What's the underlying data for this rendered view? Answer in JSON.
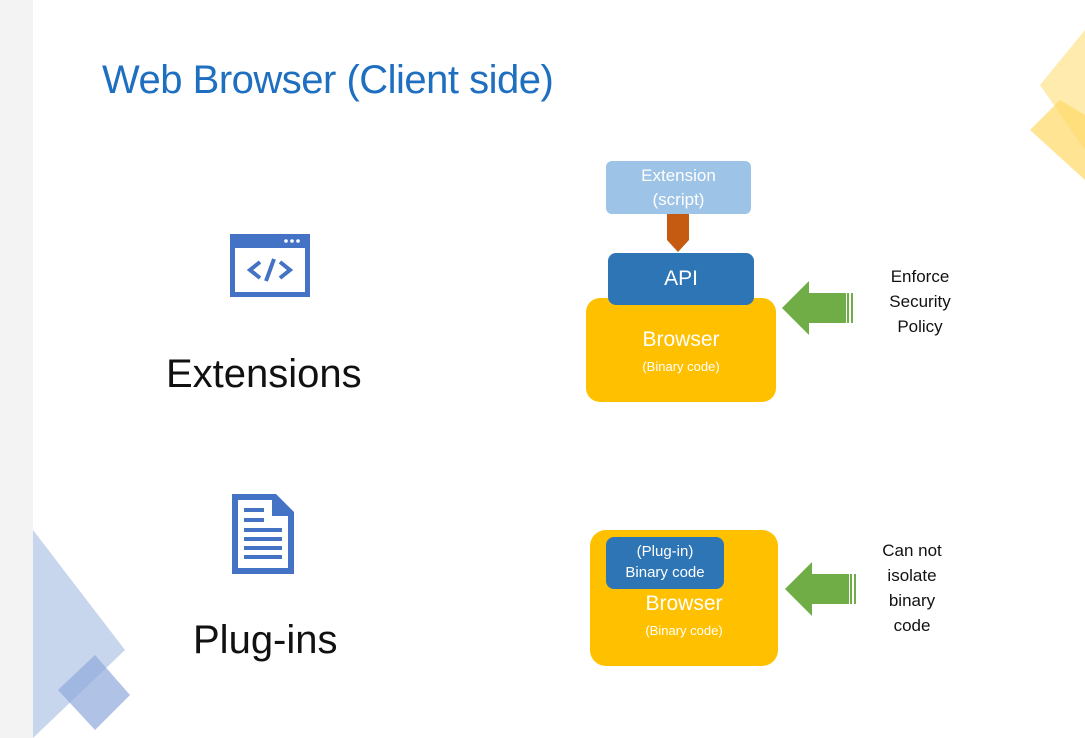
{
  "title": "Web Browser (Client side)",
  "sections": {
    "extensions": {
      "label": "Extensions",
      "icon": "code-window-icon",
      "ext_line1": "Extension",
      "ext_line2": "(script)",
      "api_label": "API",
      "browser_label": "Browser",
      "browser_sub": "(Binary code)",
      "note_lines": [
        "Enforce",
        "Security",
        "Policy"
      ]
    },
    "plugins": {
      "label": "Plug-ins",
      "icon": "document-icon",
      "plugin_line1": "(Plug-in)",
      "plugin_line2": "Binary code",
      "browser_label": "Browser",
      "browser_sub": "(Binary code)",
      "note_lines": [
        "Can not",
        "isolate",
        "binary",
        "code"
      ]
    }
  },
  "colors": {
    "title": "#1f6fc0",
    "icon_blue": "#4472c4",
    "extension_box": "#9dc3e6",
    "api_box": "#2e75b6",
    "browser_box": "#ffc000",
    "connector": "#c55a11",
    "arrow": "#70ad47"
  }
}
